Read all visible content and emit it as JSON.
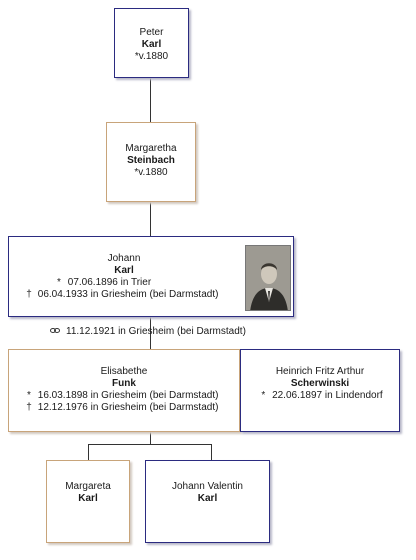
{
  "persons": {
    "peter": {
      "given": "Peter",
      "surname": "Karl",
      "birth": "v.1880"
    },
    "margaretha": {
      "given": "Margaretha",
      "surname": "Steinbach",
      "birth": "v.1880"
    },
    "johann": {
      "given": "Johann",
      "surname": "Karl",
      "birth": "07.06.1896 in Trier",
      "death": "06.04.1933 in Griesheim (bei Darmstadt)"
    },
    "elisabethe": {
      "given": "Elisabethe",
      "surname": "Funk",
      "birth": "16.03.1898 in Griesheim (bei Darmstadt)",
      "death": "12.12.1976 in Griesheim (bei Darmstadt)"
    },
    "heinrich": {
      "given": "Heinrich Fritz Arthur",
      "surname": "Scherwinski",
      "birth": "22.06.1897 in Lindendorf"
    },
    "margareta": {
      "given": "Margareta",
      "surname": "Karl"
    },
    "johann_valentin": {
      "given": "Johann Valentin",
      "surname": "Karl"
    }
  },
  "marriage": "11.12.1921 in Griesheim (bei Darmstadt)",
  "symbols": {
    "birth": "*",
    "death": "†"
  }
}
